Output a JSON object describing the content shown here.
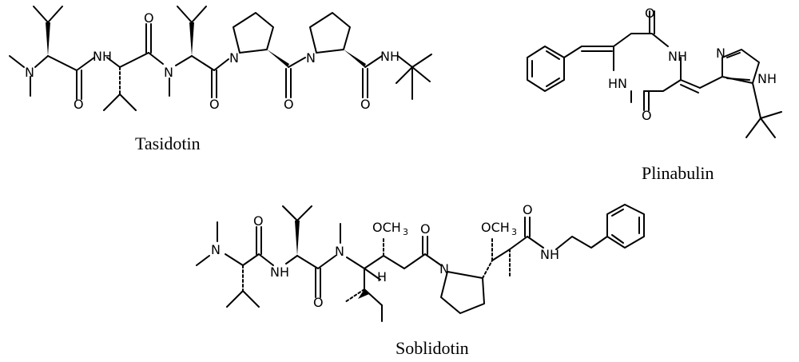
{
  "figure": {
    "compounds": [
      {
        "id": "tasidotin",
        "name": "Tasidotin"
      },
      {
        "id": "plinabulin",
        "name": "Plinabulin"
      },
      {
        "id": "soblidotin",
        "name": "Soblidotin"
      }
    ],
    "atom_labels": {
      "N": "N",
      "NH": "NH",
      "HN": "HN",
      "O": "O",
      "H": "H",
      "OCH": "OCH",
      "three": "3"
    }
  }
}
